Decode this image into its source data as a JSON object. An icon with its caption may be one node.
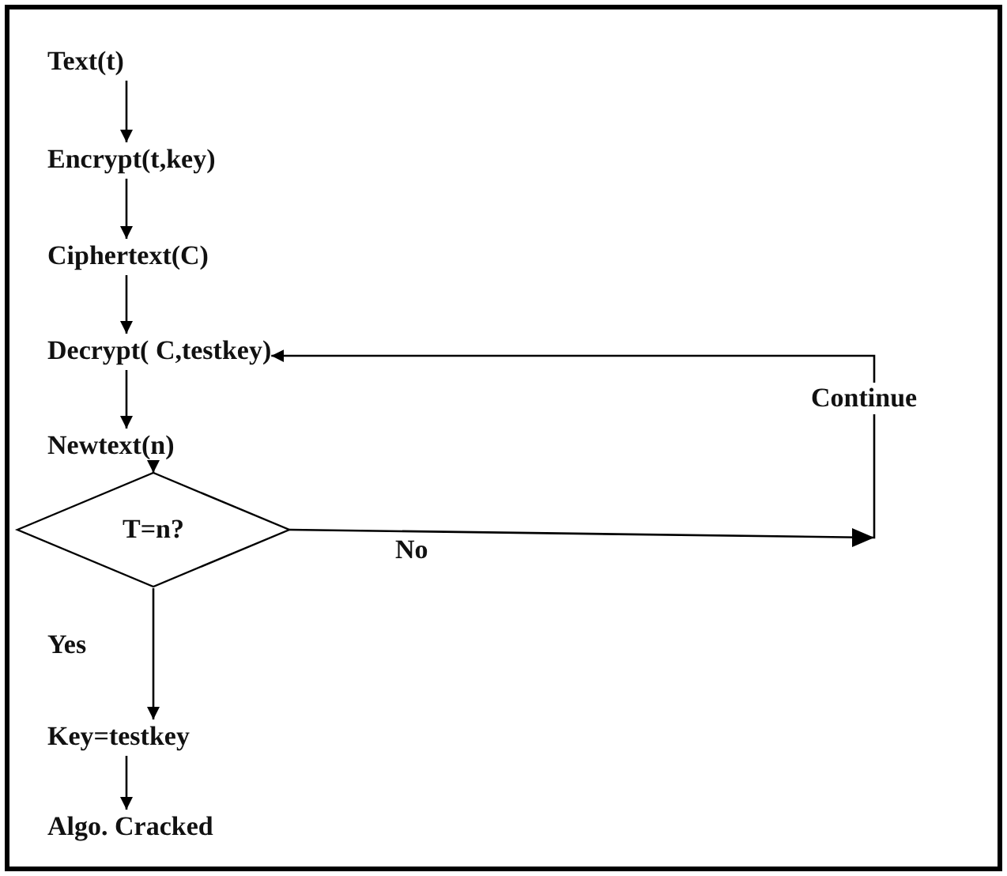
{
  "diagram": {
    "nodes": [
      {
        "text": [
          "Text(t)"
        ]
      },
      {
        "text": [
          "Encrypt(t,key)"
        ]
      },
      {
        "text": [
          "Ciphertext(C)"
        ]
      },
      {
        "text": [
          "Decrypt( C,testkey)"
        ]
      },
      {
        "text": [
          "Newtext(n)"
        ]
      },
      {
        "text": [
          "T=n?"
        ]
      },
      {
        "text": [
          "Key=testkey"
        ]
      },
      {
        "text": [
          "Algo. Cracked"
        ]
      }
    ],
    "edges": [
      {
        "from": 0,
        "to": 1,
        "arrow": "to"
      },
      {
        "from": 1,
        "to": 2,
        "arrow": "to"
      },
      {
        "from": 2,
        "to": 3,
        "arrow": "to"
      },
      {
        "from": 3,
        "to": 4,
        "arrow": "to"
      },
      {
        "from": 4,
        "to": 5,
        "arrow": "to"
      },
      {
        "from": 5,
        "to": 3,
        "arrow": "to",
        "label": "No"
      },
      {
        "from": 5,
        "to": 6,
        "arrow": "to",
        "label": "Yes"
      },
      {
        "from": 6,
        "to": 7,
        "arrow": "to"
      }
    ],
    "labels": [
      "Continue"
    ]
  }
}
